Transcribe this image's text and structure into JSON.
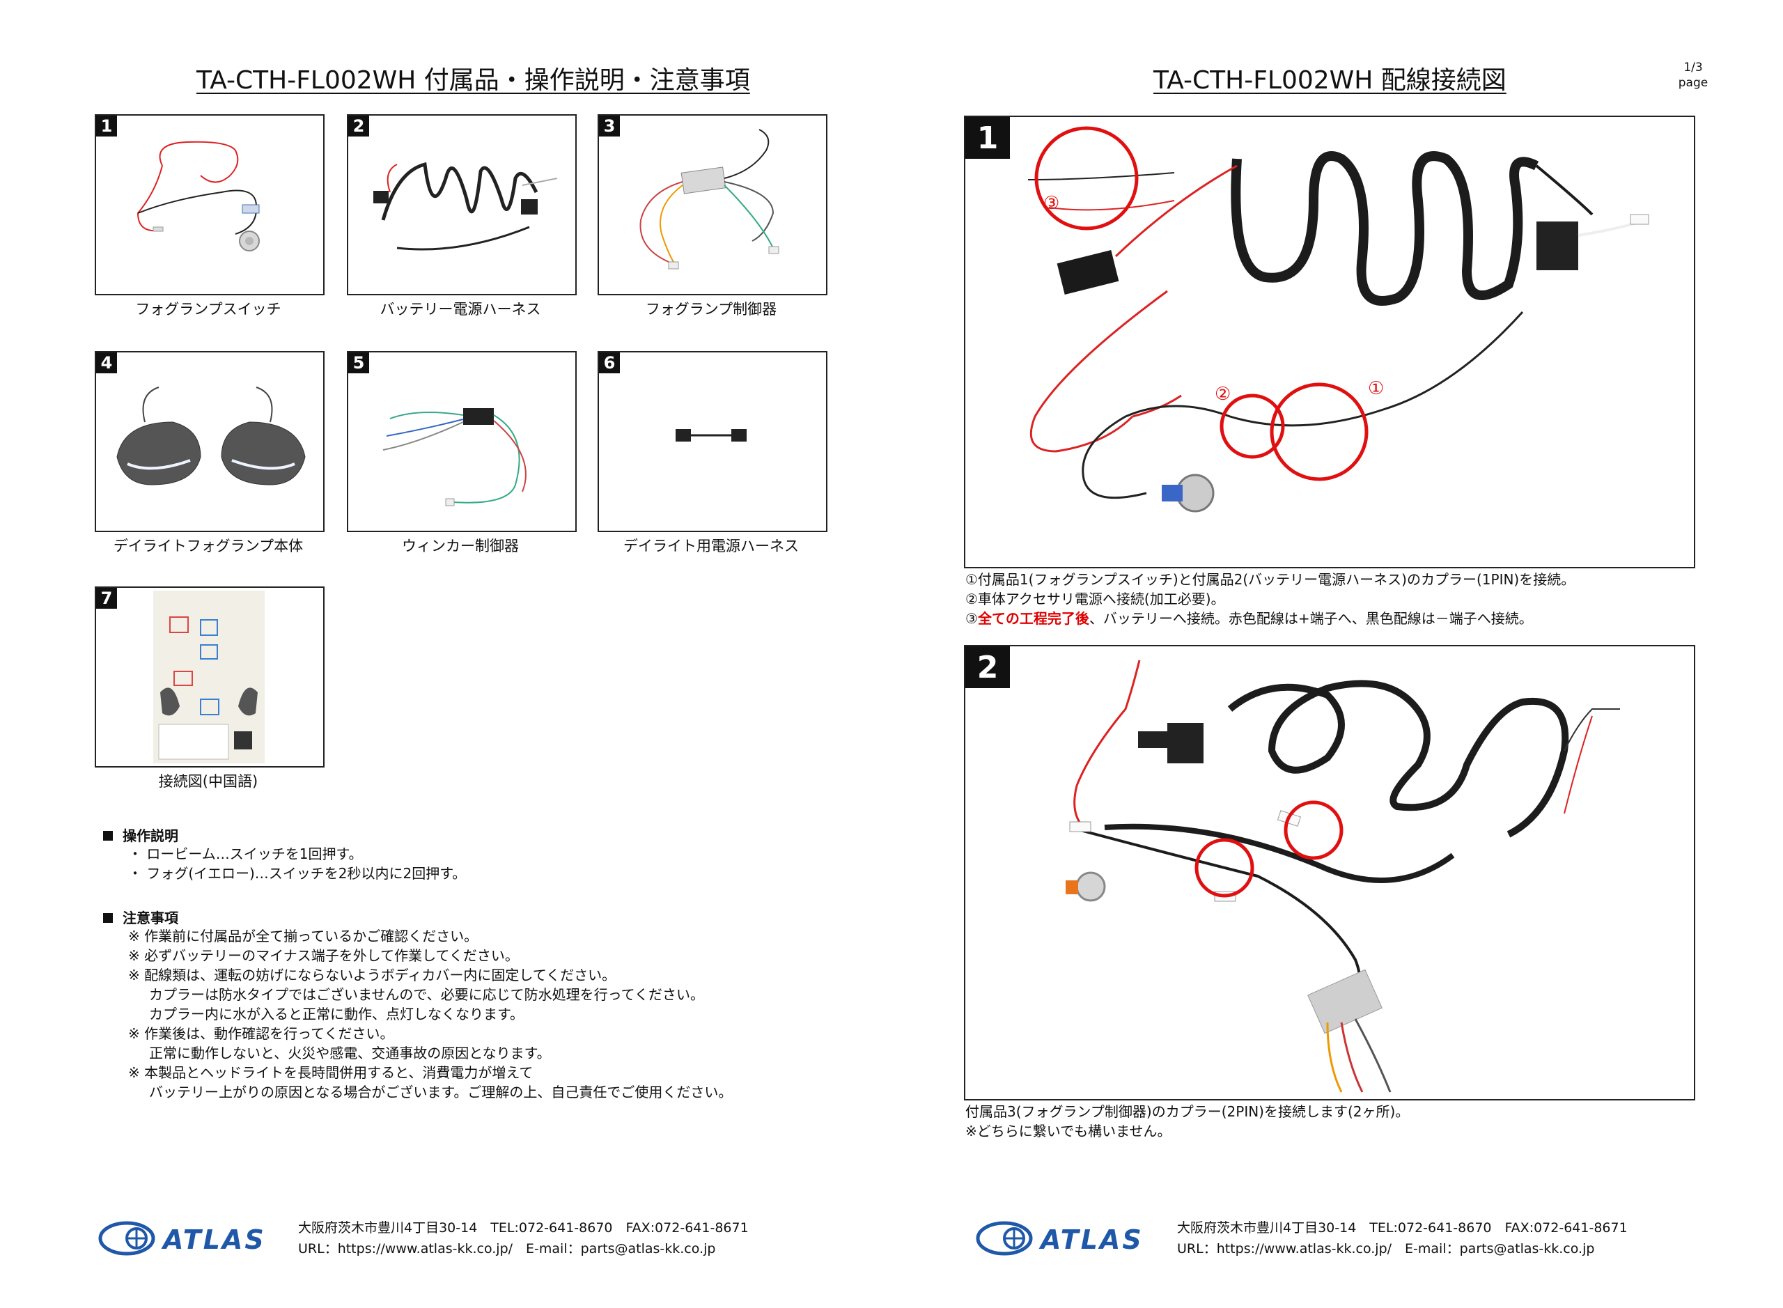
{
  "left_page": {
    "title": "TA-CTH-FL002WH 付属品・操作説明・注意事項",
    "items": [
      {
        "number": "1",
        "caption": "フォグランプスイッチ"
      },
      {
        "number": "2",
        "caption": "バッテリー電源ハーネス"
      },
      {
        "number": "3",
        "caption": "フォグランプ制御器"
      },
      {
        "number": "4",
        "caption": "デイライトフォグランプ本体"
      },
      {
        "number": "5",
        "caption": "ウィンカー制御器"
      },
      {
        "number": "6",
        "caption": "デイライト用電源ハーネス"
      },
      {
        "number": "7",
        "caption": "接続図(中国語)"
      }
    ],
    "operation": {
      "heading": "操作説明",
      "lines": [
        "・ ロービーム…スイッチを1回押す。",
        "・ フォグ(イエロー)…スイッチを2秒以内に2回押す。"
      ]
    },
    "cautions": {
      "heading": "注意事項",
      "lines": [
        "※ 作業前に付属品が全て揃っているかご確認ください。",
        "※ 必ずバッテリーのマイナス端子を外して作業してください。",
        "※ 配線類は、運転の妨げにならないようボディカバー内に固定してください。",
        "カプラーは防水タイプではございませんので、必要に応じて防水処理を行ってください。",
        "カプラー内に水が入ると正常に動作、点灯しなくなります。",
        "※ 作業後は、動作確認を行ってください。",
        "正常に動作しないと、火災や感電、交通事故の原因となります。",
        "※ 本製品とヘッドライトを長時間併用すると、消費電力が増えて",
        "バッテリー上がりの原因となる場合がございます。ご理解の上、自己責任でご使用ください。"
      ]
    }
  },
  "right_page": {
    "title": "TA-CTH-FL002WH 配線接続図",
    "page_number": "1/3",
    "page_label": "page",
    "step1": {
      "number": "1",
      "markers": [
        "①",
        "②",
        "③"
      ],
      "line1": "①付属品1(フォグランプスイッチ)と付属品2(バッテリー電源ハーネス)のカプラー(1PIN)を接続。",
      "line2": "②車体アクセサリ電源へ接続(加工必要)。",
      "line3_prefix": "③",
      "line3_emphasis": "全ての工程完了後",
      "line3_suffix": "、バッテリーへ接続。赤色配線は+端子へ、黒色配線は－端子へ接続。"
    },
    "step2": {
      "number": "2",
      "line1": "付属品3(フォグランプ制御器)のカプラー(2PIN)を接続します(2ヶ所)。",
      "line2": "※どちらに繋いでも構いません。"
    }
  },
  "footer": {
    "company": "ATLAS",
    "address": "大阪府茨木市豊川4丁目30-14　TEL:072-641-8670　FAX:072-641-8671",
    "contact": "URL：https://www.atlas-kk.co.jp/　E-mail：parts@atlas-kk.co.jp"
  },
  "colors": {
    "accent_red": "#e00000",
    "logo_blue": "#1f58a8",
    "badge": "#111111"
  }
}
